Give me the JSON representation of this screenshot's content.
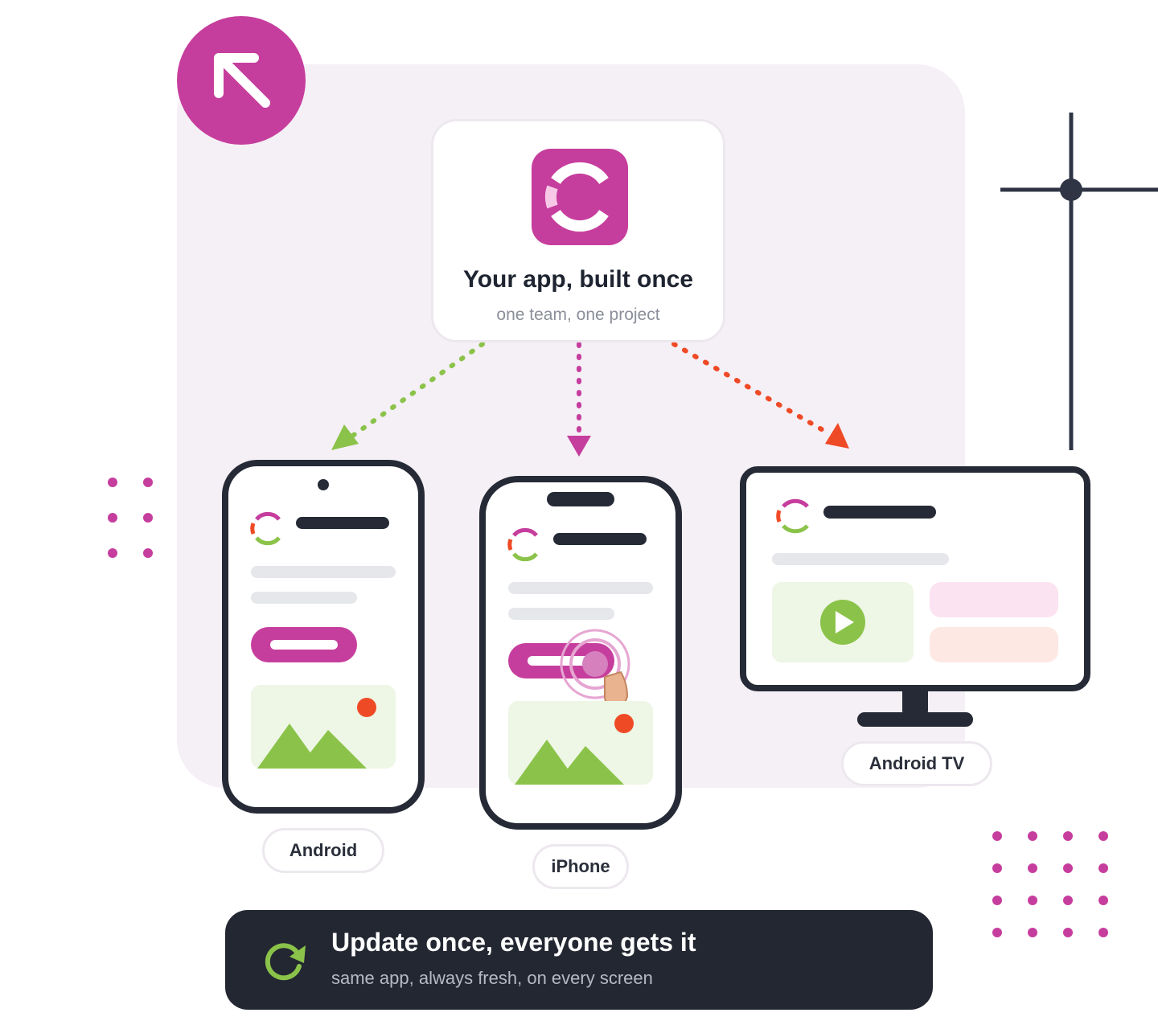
{
  "hub": {
    "title": "Your app, built once",
    "subtitle": "one team, one project"
  },
  "platforms": [
    {
      "label": "Android"
    },
    {
      "label": "iPhone"
    },
    {
      "label": "Android TV"
    }
  ],
  "banner": {
    "title": "Update once, everyone gets it",
    "subtitle": "same app, always fresh, on every screen",
    "icon": "refresh-icon"
  },
  "icons": {
    "corner_badge": "arrow-up-left-icon",
    "hub_logo": "app-logo-icon",
    "image_placeholder": "mountain-image-icon",
    "video_placeholder": "play-icon",
    "tap": "finger-tap-icon",
    "crosshair": "crosshair-icon"
  },
  "colors": {
    "brand": "#c63e9d",
    "green": "#8bc34a",
    "orange": "#ef4a26",
    "dark": "#252a36",
    "panel": "#f5eff6"
  }
}
